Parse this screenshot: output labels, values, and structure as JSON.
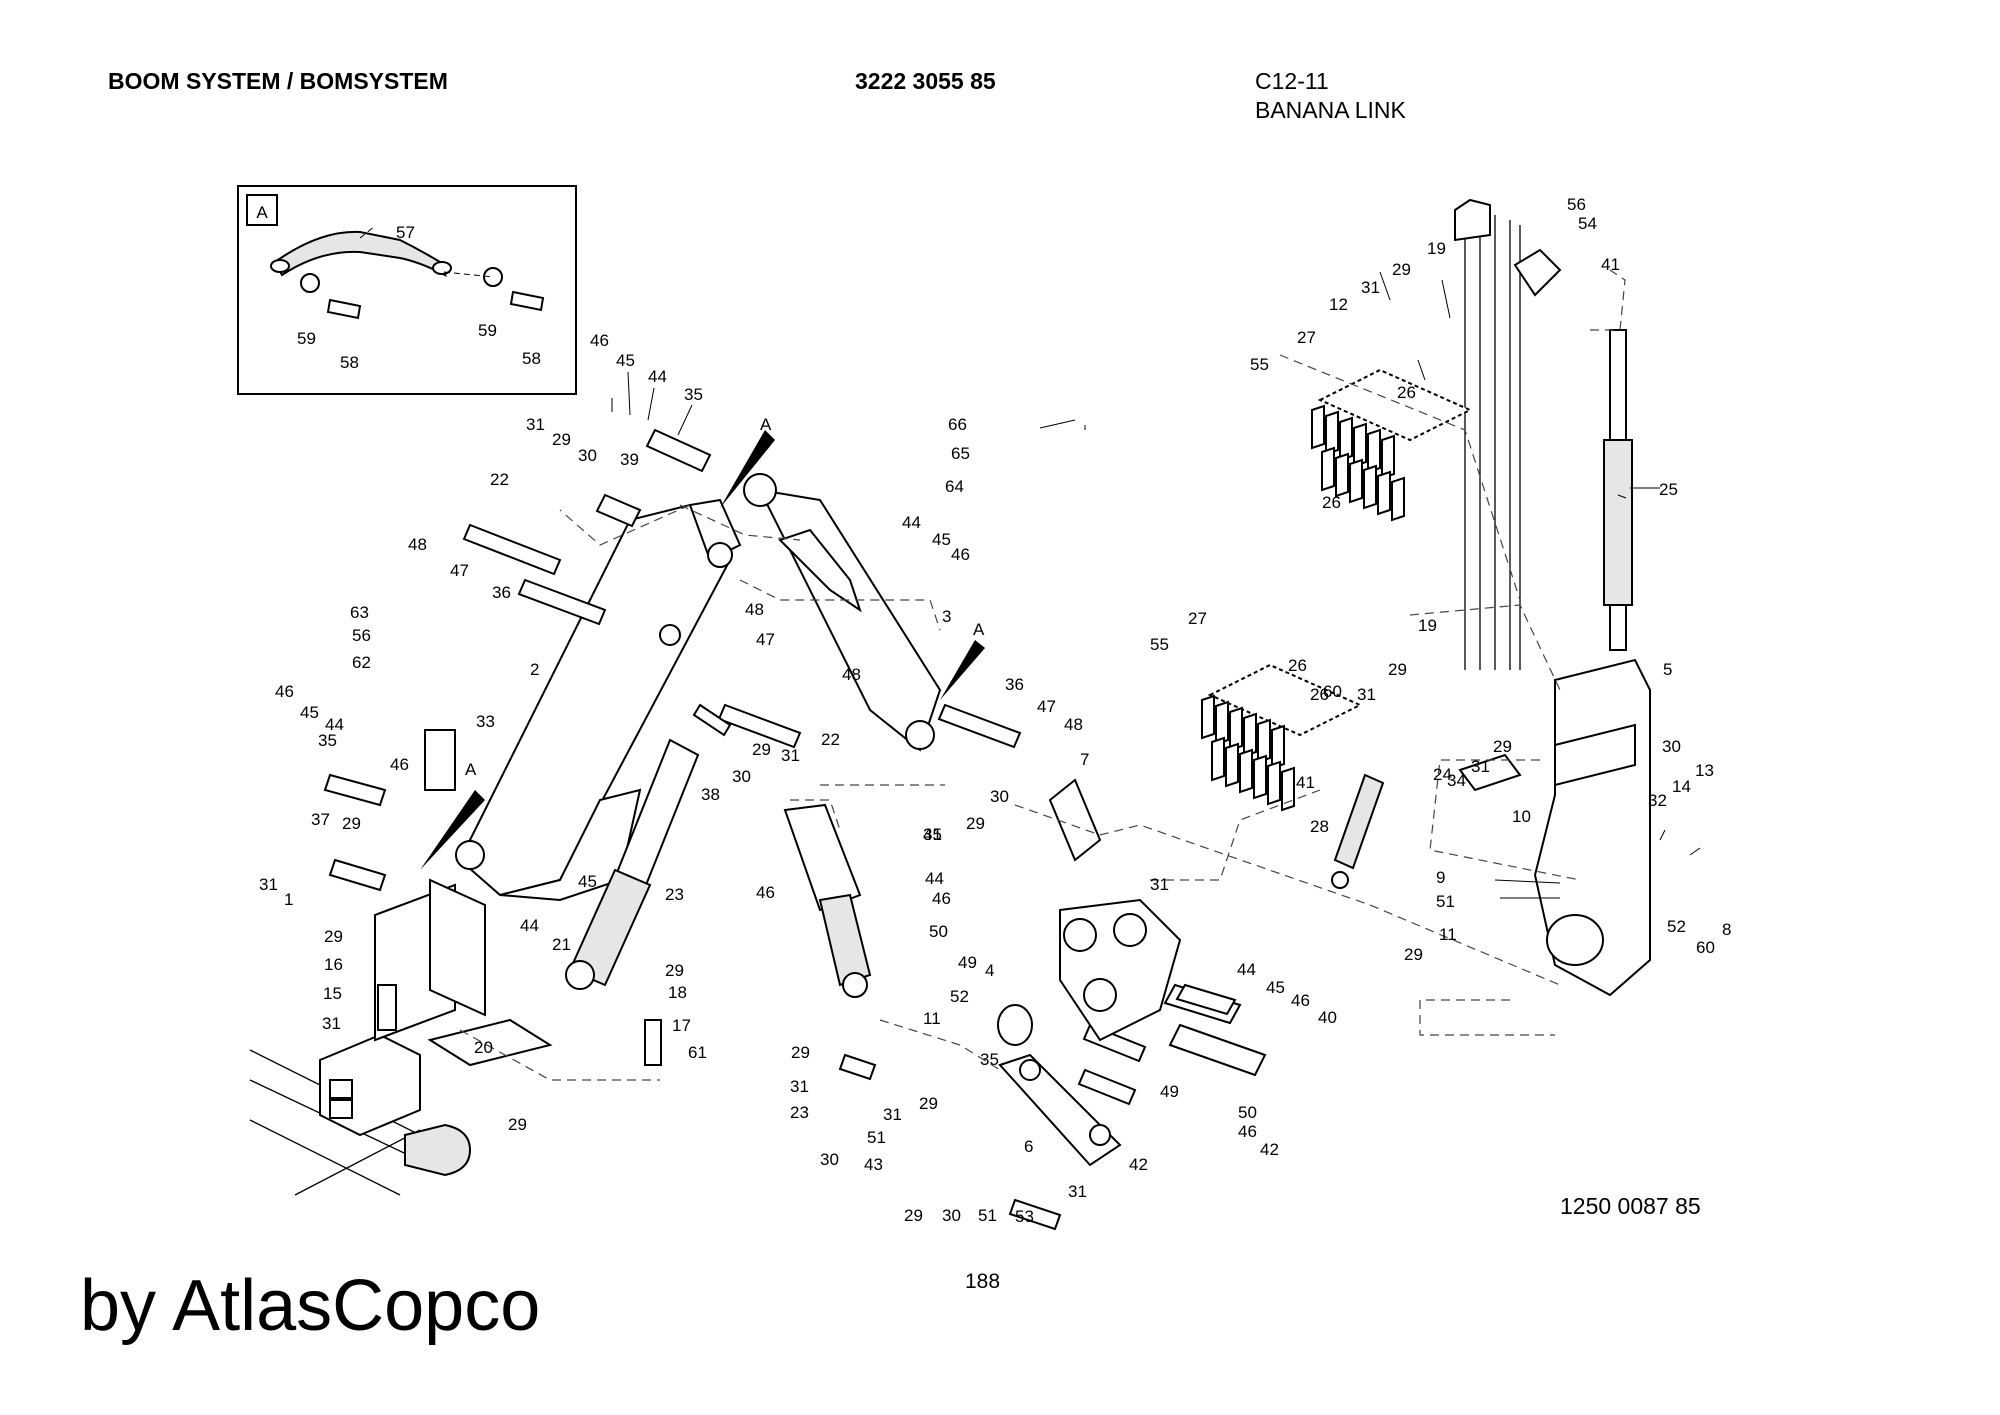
{
  "header": {
    "title": "BOOM SYSTEM / BOMSYSTEM",
    "part_number": "3222 3055 85",
    "sheet_code": "C12-11",
    "sheet_name": "BANANA LINK"
  },
  "detail_box": {
    "label": "A",
    "callouts": [
      "57",
      "59",
      "58",
      "59",
      "58"
    ]
  },
  "view_markers": [
    "A",
    "A",
    "A"
  ],
  "callouts": [
    "46",
    "45",
    "44",
    "35",
    "31",
    "29",
    "30",
    "39",
    "22",
    "48",
    "47",
    "36",
    "66",
    "65",
    "64",
    "44",
    "45",
    "46",
    "3",
    "48",
    "47",
    "48",
    "63",
    "56",
    "62",
    "2",
    "33",
    "46",
    "45",
    "44",
    "35",
    "46",
    "38",
    "29",
    "31",
    "22",
    "30",
    "36",
    "47",
    "48",
    "7",
    "30",
    "29",
    "31",
    "37",
    "29",
    "31",
    "1",
    "44",
    "45",
    "21",
    "23",
    "46",
    "45",
    "44",
    "46",
    "50",
    "49",
    "4",
    "31",
    "29",
    "16",
    "15",
    "31",
    "29",
    "18",
    "17",
    "61",
    "20",
    "29",
    "52",
    "11",
    "35",
    "44",
    "45",
    "46",
    "40",
    "49",
    "50",
    "46",
    "42",
    "29",
    "31",
    "23",
    "30",
    "29",
    "31",
    "51",
    "43",
    "6",
    "42",
    "31",
    "29",
    "30",
    "51",
    "53",
    "56",
    "54",
    "41",
    "19",
    "29",
    "31",
    "12",
    "27",
    "55",
    "26",
    "26",
    "25",
    "27",
    "55",
    "26",
    "26",
    "41",
    "19",
    "29",
    "31",
    "60",
    "5",
    "30",
    "29",
    "31",
    "34",
    "24",
    "10",
    "28",
    "32",
    "14",
    "13",
    "9",
    "51",
    "11",
    "29",
    "52",
    "60",
    "8"
  ],
  "drawing_number": "1250 0087 85",
  "page_number": "188",
  "publisher": "by AtlasCopco"
}
